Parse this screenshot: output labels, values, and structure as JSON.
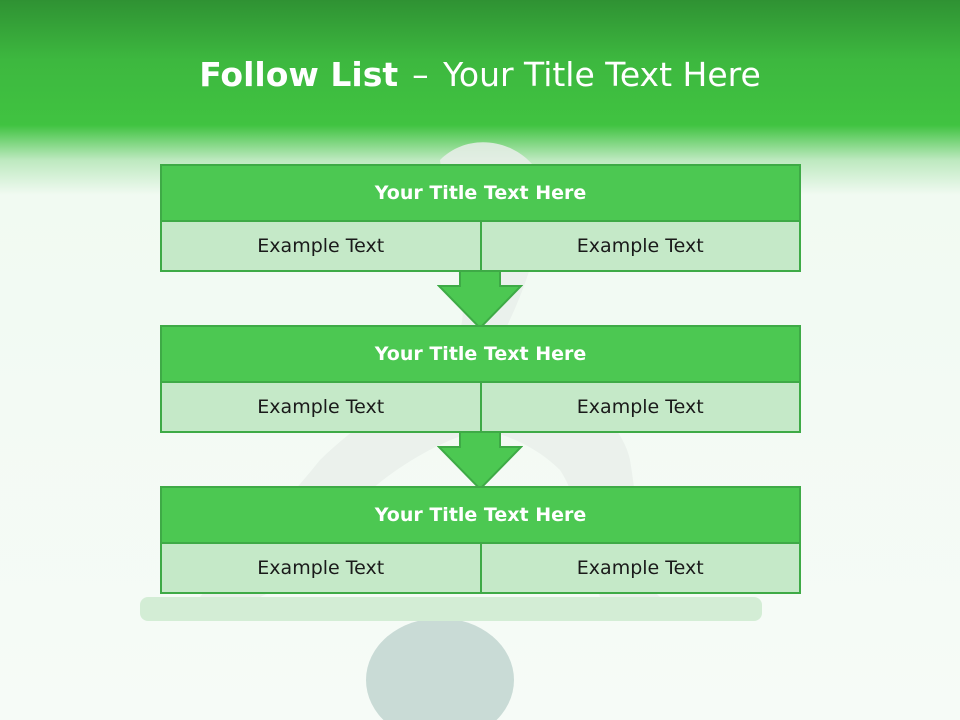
{
  "header": {
    "title_bold": "Follow List",
    "title_sep": "–",
    "title_rest": "Your Title Text Here"
  },
  "boxes": [
    {
      "title": "Your Title Text Here",
      "left": "Example Text",
      "right": "Example Text"
    },
    {
      "title": "Your Title Text Here",
      "left": "Example Text",
      "right": "Example Text"
    },
    {
      "title": "Your Title Text Here",
      "left": "Example Text",
      "right": "Example Text"
    }
  ],
  "arrows": [
    "down-arrow-icon",
    "down-arrow-icon"
  ],
  "colors": {
    "header_green": "#40c341",
    "box_title_green": "#4cc852",
    "box_body_green": "#c5e9c8",
    "border_green": "#3eaa46"
  }
}
